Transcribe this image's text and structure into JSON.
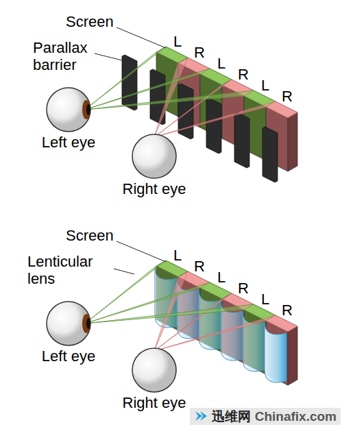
{
  "diagram": {
    "nodes": [
      {
        "text": [
          "L"
        ]
      },
      {
        "text": [
          "R"
        ]
      },
      {
        "text": [
          "L"
        ]
      },
      {
        "text": [
          "R"
        ]
      },
      {
        "text": [
          "L"
        ]
      },
      {
        "text": [
          "R"
        ]
      },
      {
        "text": [
          "Left eye"
        ]
      },
      {
        "text": [
          "Right eye"
        ]
      },
      {
        "text": [
          "L"
        ]
      },
      {
        "text": [
          "R"
        ]
      },
      {
        "text": [
          "L"
        ]
      },
      {
        "text": [
          "R"
        ]
      },
      {
        "text": [
          "L"
        ]
      },
      {
        "text": [
          "R"
        ]
      },
      {
        "text": [
          "Left eye"
        ]
      },
      {
        "text": [
          "Right eye"
        ]
      }
    ],
    "labels": [
      "Screen",
      "Parallax barrier",
      "Screen",
      "Lenticular lens",
      "迅维网",
      "Chinafix.com"
    ]
  }
}
